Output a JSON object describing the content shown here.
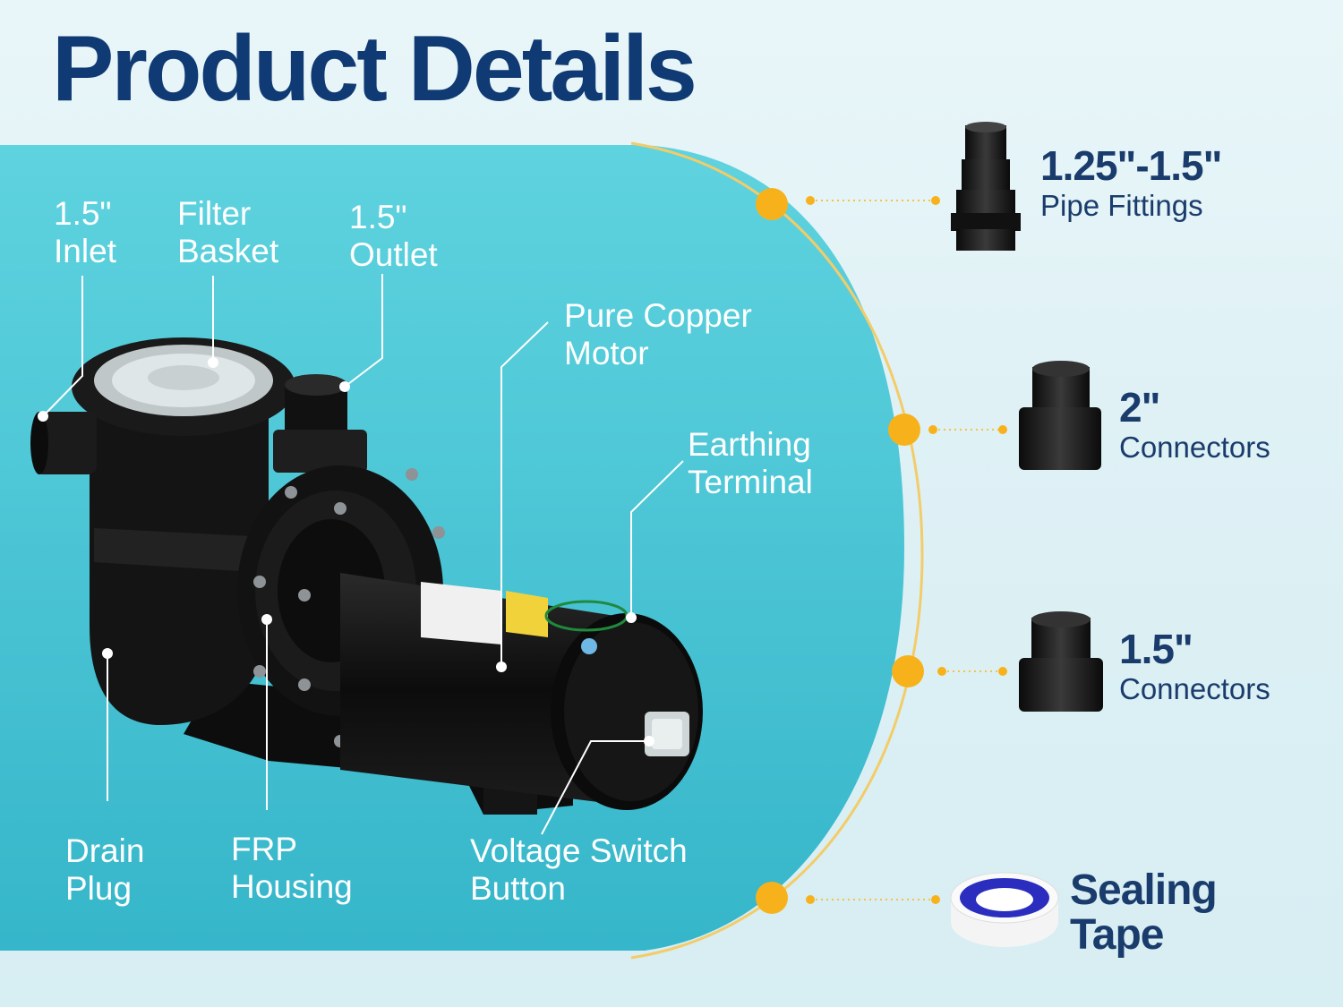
{
  "title": "Product Details",
  "callouts": {
    "inlet": [
      "1.5\"",
      "Inlet"
    ],
    "filter_basket": [
      "Filter",
      "Basket"
    ],
    "outlet": [
      "1.5\"",
      "Outlet"
    ],
    "motor": [
      "Pure Copper",
      "Motor"
    ],
    "earthing": [
      "Earthing",
      "Terminal"
    ],
    "drain": [
      "Drain",
      "Plug"
    ],
    "housing": [
      "FRP",
      "Housing"
    ],
    "voltage": [
      "Voltage Switch",
      "Button"
    ]
  },
  "accessories": [
    {
      "size": "1.25\"-1.5\"",
      "name": "Pipe Fittings"
    },
    {
      "size": "2\"",
      "name": "Connectors"
    },
    {
      "size": "1.5\"",
      "name": "Connectors"
    },
    {
      "size": "Sealing",
      "name": "Tape"
    }
  ],
  "colors": {
    "title": "#0f3a73",
    "panel": "#4cc6d6",
    "accent_dot": "#f7b21b",
    "accessory_text": "#1a3c6c",
    "callout_text": "#ffffff"
  }
}
